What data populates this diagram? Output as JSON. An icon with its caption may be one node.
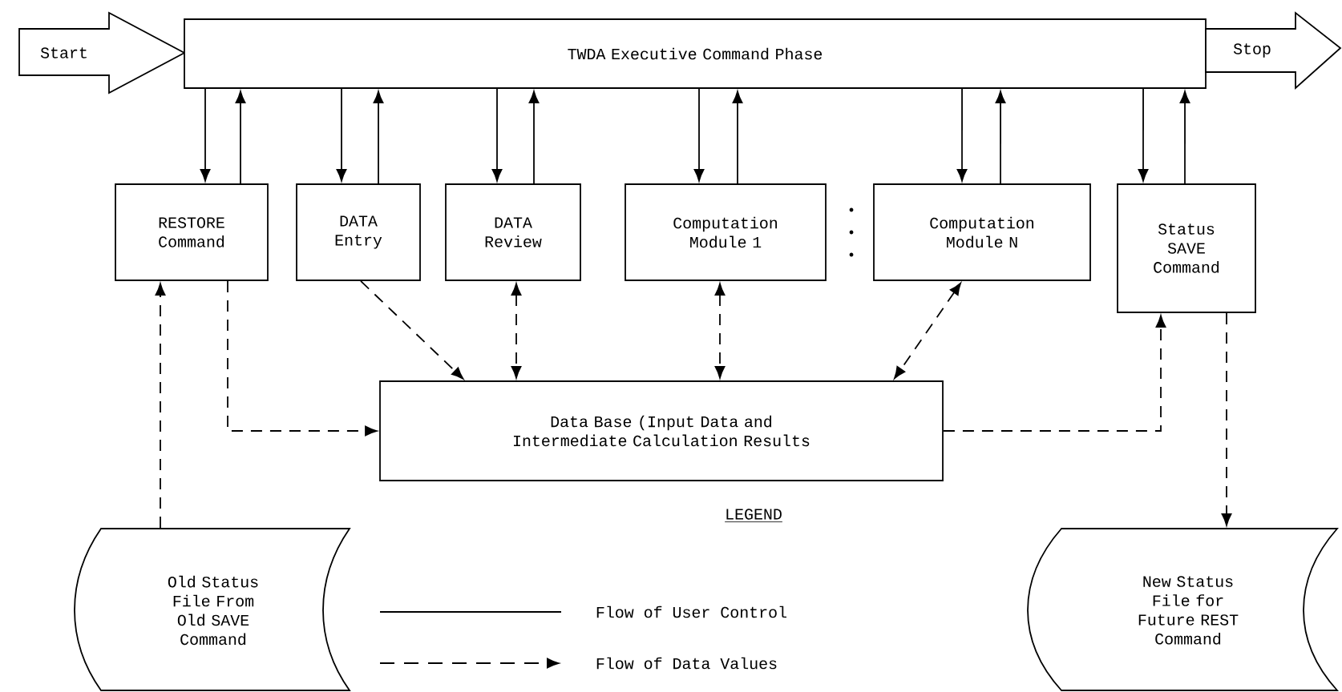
{
  "diagram": {
    "nodes": [
      {
        "text": [
          "Start"
        ]
      },
      {
        "text": [
          "TWDA Executive Command Phase"
        ]
      },
      {
        "text": [
          "Stop"
        ]
      },
      {
        "text": [
          "RESTORE Command"
        ]
      },
      {
        "text": [
          "DATA Entry"
        ]
      },
      {
        "text": [
          "DATA Review"
        ]
      },
      {
        "text": [
          "Computation Module 1"
        ]
      },
      {
        "text": [
          "Computation Module N"
        ]
      },
      {
        "text": [
          "Status SAVE Command"
        ]
      },
      {
        "text": [
          "Data Base (Input Data and Intermediate Calculation Results"
        ]
      },
      {
        "text": [
          "Old Status File From Old SAVE Command"
        ]
      },
      {
        "text": [
          "New Status File for Future REST Command"
        ]
      }
    ],
    "edges": [
      {
        "from": 1,
        "to": 3,
        "arrow": "to"
      },
      {
        "from": 3,
        "to": 1,
        "arrow": "to"
      },
      {
        "from": 1,
        "to": 4,
        "arrow": "to"
      },
      {
        "from": 4,
        "to": 1,
        "arrow": "to"
      },
      {
        "from": 1,
        "to": 5,
        "arrow": "to"
      },
      {
        "from": 5,
        "to": 1,
        "arrow": "to"
      },
      {
        "from": 1,
        "to": 6,
        "arrow": "to"
      },
      {
        "from": 6,
        "to": 1,
        "arrow": "to"
      },
      {
        "from": 1,
        "to": 7,
        "arrow": "to"
      },
      {
        "from": 7,
        "to": 1,
        "arrow": "to"
      },
      {
        "from": 1,
        "to": 8,
        "arrow": "to"
      },
      {
        "from": 8,
        "to": 1,
        "arrow": "to"
      },
      {
        "from": 10,
        "to": 3,
        "arrow": "to",
        "style": "dashed"
      },
      {
        "from": 3,
        "to": 9,
        "arrow": "to",
        "style": "dashed"
      },
      {
        "from": 4,
        "to": 9,
        "arrow": "to",
        "style": "dashed"
      },
      {
        "from": 5,
        "to": 9,
        "arrow": "both",
        "style": "dashed"
      },
      {
        "from": 6,
        "to": 9,
        "arrow": "both",
        "style": "dashed"
      },
      {
        "from": 7,
        "to": 9,
        "arrow": "both",
        "style": "dashed"
      },
      {
        "from": 9,
        "to": 8,
        "arrow": "to",
        "style": "dashed"
      },
      {
        "from": 8,
        "to": 11,
        "arrow": "to",
        "style": "dashed"
      }
    ],
    "labels": [
      "LEGEND"
    ],
    "legend": [
      {
        "text": "Flow of User Control"
      },
      {
        "text": "Flow of Data Values"
      }
    ]
  }
}
